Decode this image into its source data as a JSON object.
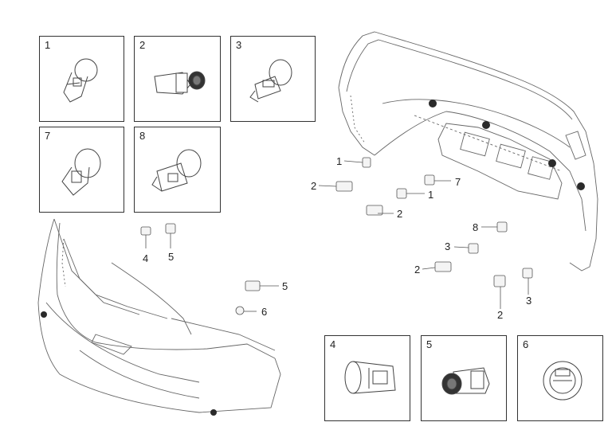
{
  "detail_panels": [
    {
      "id": "1",
      "label": "1"
    },
    {
      "id": "2",
      "label": "2"
    },
    {
      "id": "3",
      "label": "3"
    },
    {
      "id": "7",
      "label": "7"
    },
    {
      "id": "8",
      "label": "8"
    },
    {
      "id": "4",
      "label": "4"
    },
    {
      "id": "5",
      "label": "5"
    },
    {
      "id": "6",
      "label": "6"
    }
  ],
  "rear_bumper_callouts": [
    "1",
    "2",
    "7",
    "1",
    "2",
    "8",
    "3",
    "2",
    "2",
    "3"
  ],
  "front_bumper_callouts": [
    "4",
    "5",
    "5",
    "6"
  ],
  "colors": {
    "line": "#555555",
    "sensor": "#2a2a2a",
    "part_fill": "#f4f4f4"
  }
}
